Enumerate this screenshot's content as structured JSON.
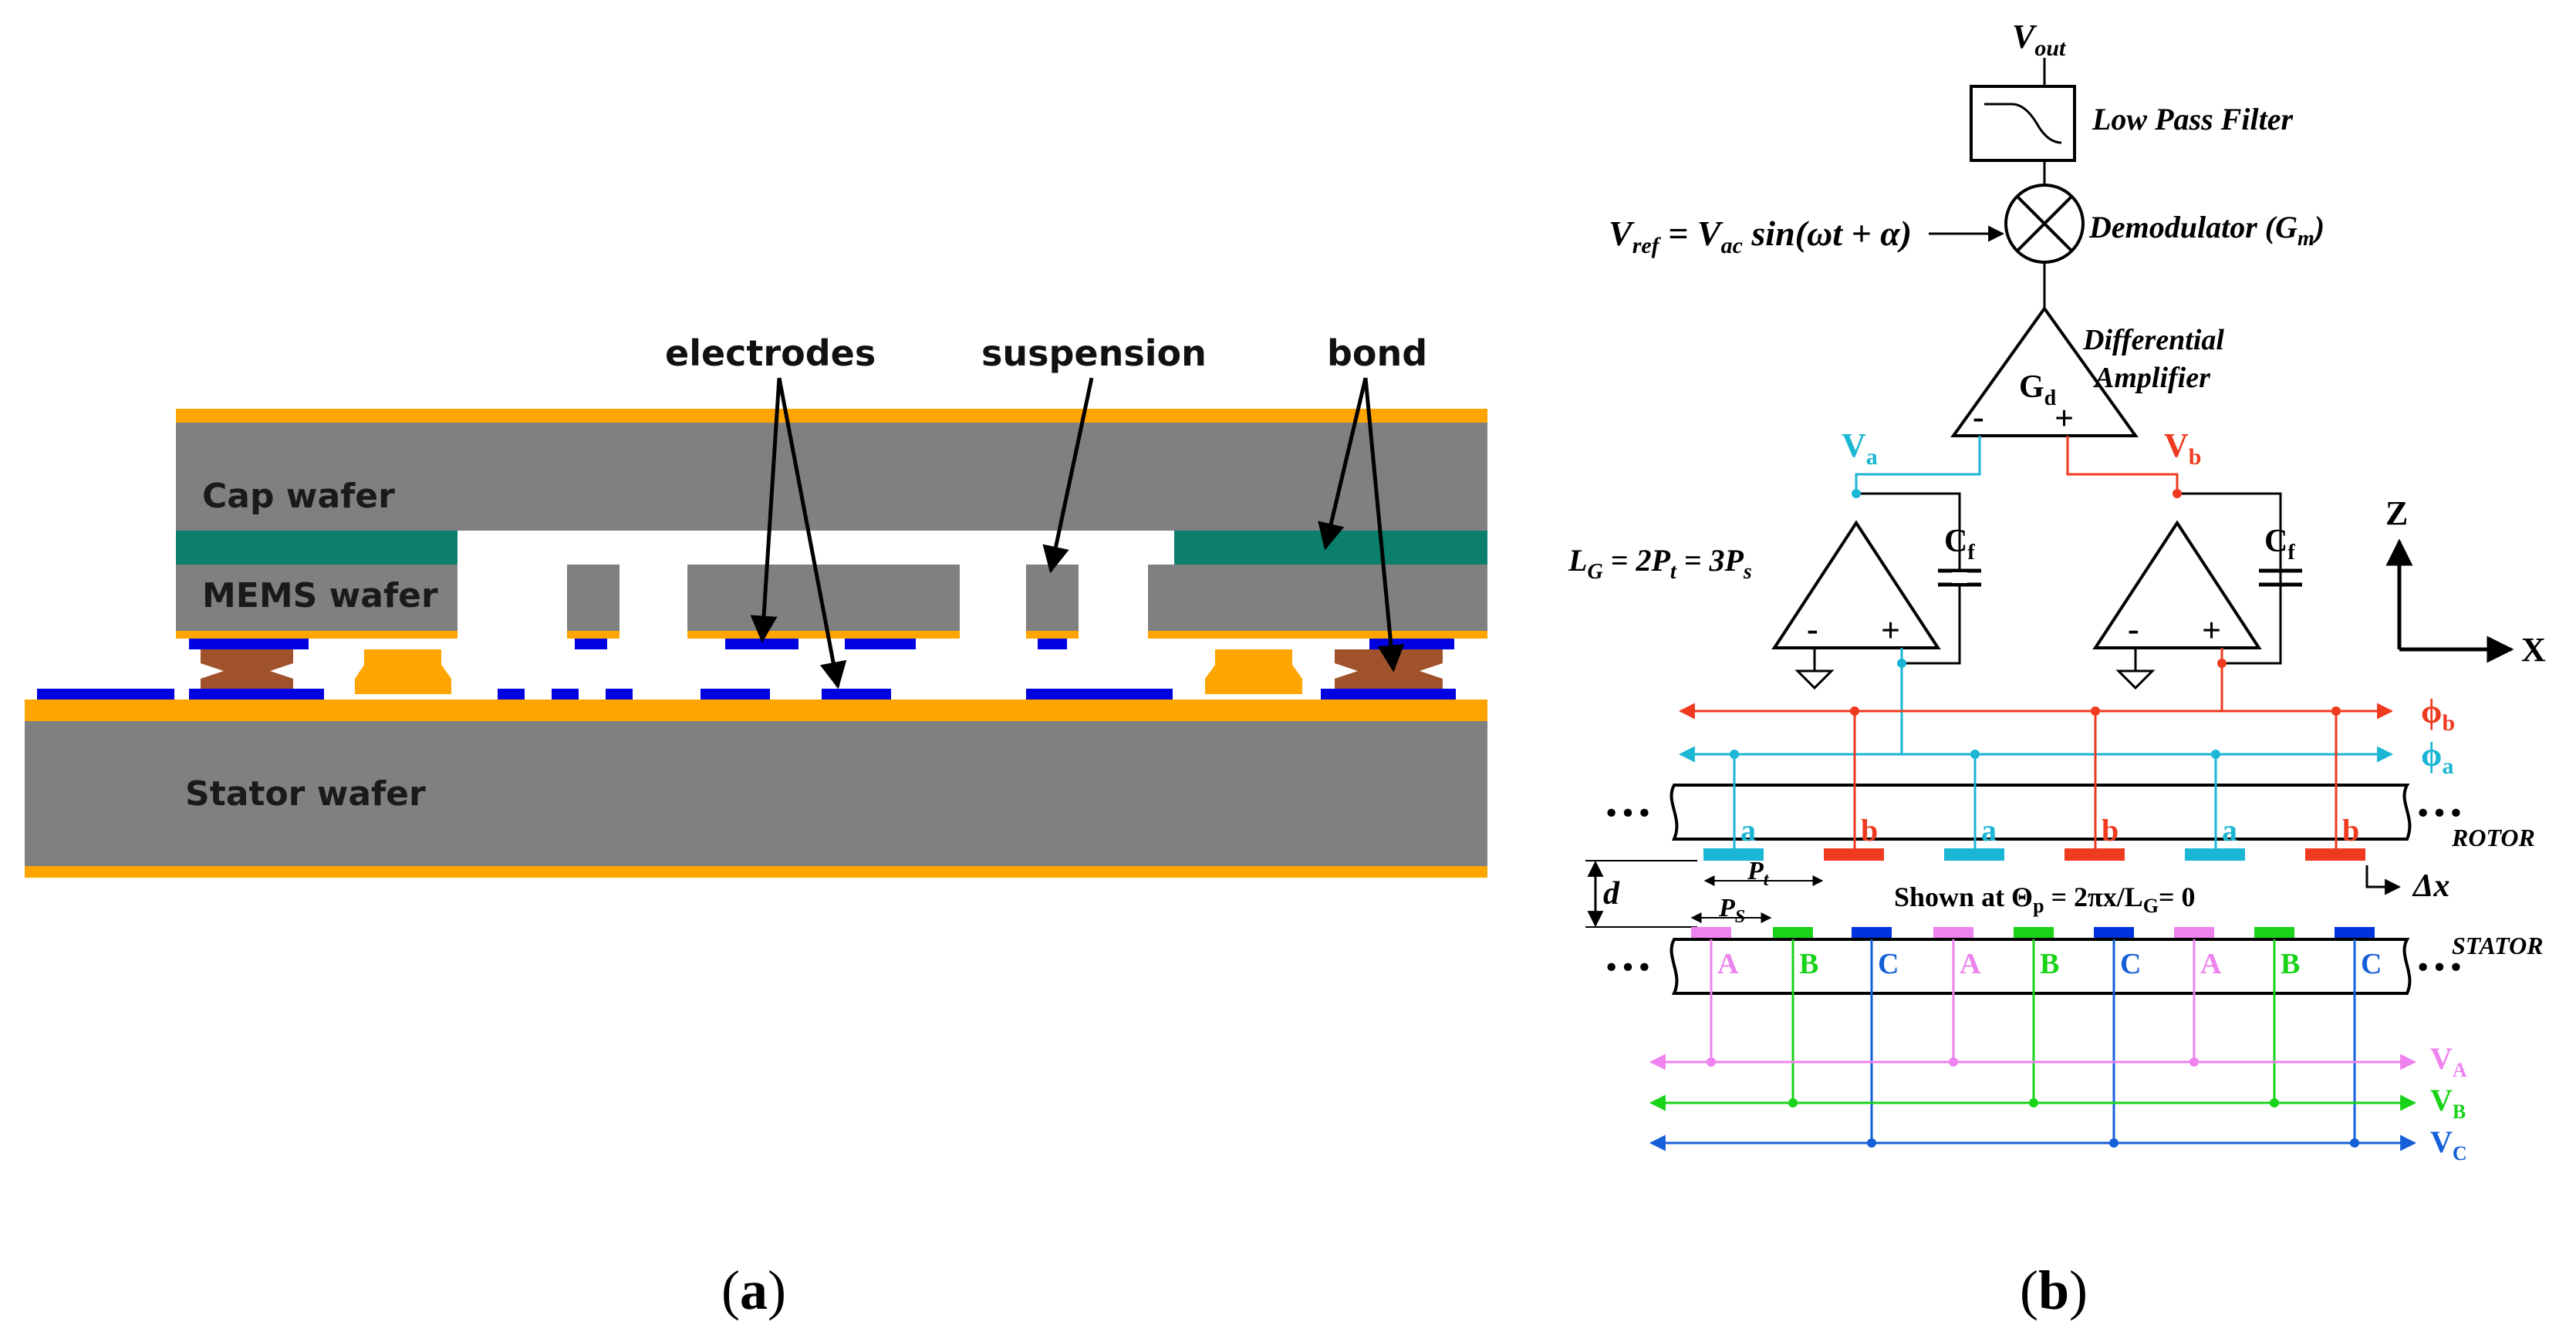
{
  "panel_a": {
    "layers": {
      "cap_wafer": "Cap wafer",
      "mems_wafer": "MEMS wafer",
      "stator_wafer": "Stator wafer"
    },
    "callouts": {
      "electrodes": "electrodes",
      "suspension": "suspension",
      "bond": "bond"
    },
    "caption_open": "(",
    "caption_letter": "a",
    "caption_close": ")"
  },
  "panel_b": {
    "vout_v": "V",
    "vout_sub": "out",
    "low_pass_filter": "Low Pass Filter",
    "vref_v": "V",
    "vref_sub": "ref",
    "vref_eq": " = V",
    "vref_ac": "ac",
    "vref_sin": " sin(ωt + α)",
    "demodulator": "Demodulator (G",
    "demodulator_sub": "m",
    "demodulator_close": ")",
    "differential": "Differential",
    "amplifier": "Amplifier",
    "gd_g": "G",
    "gd_sub": "d",
    "minus": "-",
    "plus": "+",
    "va_v": "V",
    "va_sub": "a",
    "vb_v": "V",
    "vb_sub": "b",
    "cf_c": "C",
    "cf_sub": "f",
    "lg_eq": "L",
    "lg_sub": "G",
    "lg_mid": " = 2P",
    "lg_t": "t",
    "lg_end": " = 3P",
    "lg_s": "s",
    "axis_z": "Z",
    "axis_x": "X",
    "phi_b": "ϕ",
    "phi_b_sub": "b",
    "phi_a": "ϕ",
    "phi_a_sub": "a",
    "rotor": "ROTOR",
    "stator": "STATOR",
    "rotor_labels": [
      "a",
      "b",
      "a",
      "b",
      "a",
      "b"
    ],
    "stator_labels": [
      "A",
      "B",
      "C",
      "A",
      "B",
      "C",
      "A",
      "B",
      "C"
    ],
    "delta_x": "Δx",
    "d": "d",
    "pt_p": "P",
    "pt_sub": "t",
    "ps_p": "P",
    "ps_sub": "S",
    "shown_at": "Shown at  Θ",
    "shown_p": "p",
    "shown_eq": " = 2πx/L",
    "shown_g": "G",
    "shown_end": "=  0",
    "ellipsis": "···",
    "VA_v": "V",
    "VA_sub": "A",
    "VB_v": "V",
    "VB_sub": "B",
    "VC_v": "V",
    "VC_sub": "C",
    "caption_open": "(",
    "caption_letter": "b",
    "caption_close": ")"
  },
  "colors": {
    "gray_wafer": "#808080",
    "orange": "#ffa500",
    "green": "#0b7f6b",
    "blue_electrode": "#0000e0",
    "brown_bond": "#a0522d",
    "cyan": "#1ab6d4",
    "red": "#ee3a1e",
    "pink": "#ee82ee",
    "green_b": "#19d319",
    "blue_c": "#1560d8"
  }
}
